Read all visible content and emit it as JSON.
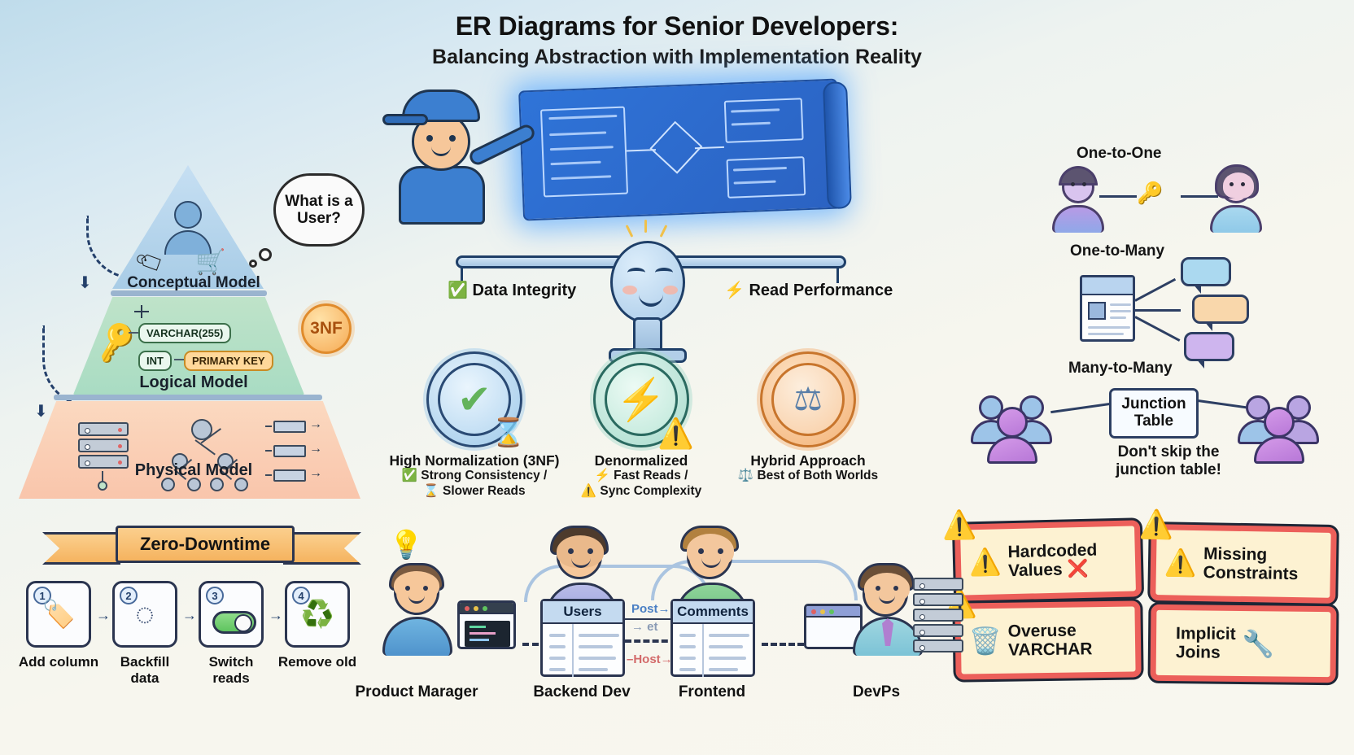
{
  "title": {
    "main": "ER Diagrams for Senior Developers:",
    "sub": "Balancing Abstraction with Implementation Reality"
  },
  "pyramid": {
    "tiers": [
      {
        "label": "Conceptual Model",
        "color": "#aecfe8"
      },
      {
        "label": "Logical Model",
        "color": "#a9dcc3"
      },
      {
        "label": "Physical Model",
        "color": "#f9c5ab"
      }
    ],
    "thought_bubble": "What is a User?",
    "chips": [
      {
        "label": "VARCHAR(255)",
        "style": "white"
      },
      {
        "label": "INT",
        "style": "white"
      },
      {
        "label": "PRIMARY KEY",
        "style": "amber"
      }
    ],
    "nf_badge": "3NF",
    "icons": {
      "user": "user-avatar-icon",
      "cart": "shopping-cart-icon",
      "tag": "tag-icon",
      "key": "key-icon",
      "server": "server-rack-icon",
      "tree": "index-tree-icon",
      "rows": "table-rows-icon"
    }
  },
  "blueprint": {
    "mascot": "developer-with-cap",
    "sheet": "er-diagram-blueprint"
  },
  "scale": {
    "left_label": "Data Integrity",
    "left_icon": "✅",
    "right_label": "Read Performance",
    "right_icon": "⚡",
    "face": "smiling-fulcrum-face"
  },
  "strategies": [
    {
      "title": "High Normalization (3NF)",
      "lines": [
        {
          "icon": "✅",
          "text": "Strong Consistency /"
        },
        {
          "icon": "⌛",
          "text": "Slower Reads"
        }
      ],
      "medal_color": "#bcdcf4",
      "medal_border": "#2a4a74",
      "glyph": "✔",
      "glyph_color": "#63b35b",
      "side_icon": "⌛"
    },
    {
      "title": "Denormalized",
      "lines": [
        {
          "icon": "⚡",
          "text": "Fast Reads /"
        },
        {
          "icon": "⚠️",
          "text": "Sync Complexity"
        }
      ],
      "medal_color": "#c3e7dc",
      "medal_border": "#2a6a60",
      "glyph": "⚡",
      "glyph_color": "#f3c53f",
      "side_icon": "⚠️"
    },
    {
      "title": "Hybrid Approach",
      "lines": [
        {
          "icon": "⚖️",
          "text": "Best of Both Worlds"
        }
      ],
      "medal_color": "#f8c99c",
      "medal_border": "#c8752c",
      "glyph": "⚖",
      "glyph_color": "#6f93b8",
      "side_icon": ""
    }
  ],
  "relationships": [
    {
      "title": "One-to-One",
      "icon": "key-icon"
    },
    {
      "title": "One-to-Many",
      "icon": "document-fanout-icon"
    },
    {
      "title": "Many-to-Many",
      "icon": "people-group-icon"
    }
  ],
  "junction": {
    "label_line1": "Junction",
    "label_line2": "Table",
    "note_line1": "Don't skip the",
    "note_line2": "junction table!"
  },
  "antipatterns": [
    {
      "line1": "Hardcoded",
      "line2": "Values ❌",
      "icon": "⚠️",
      "icon_name": "red-warning-triangle-icon"
    },
    {
      "line1": "Missing",
      "line2": "Constraints",
      "icon": "⚠️",
      "icon_name": "yellow-warning-triangle-icon"
    },
    {
      "line1": "Overuse",
      "line2": "VARCHAR",
      "icon": "🗑️",
      "icon_name": "trash-bin-icon"
    },
    {
      "line1": "Implicit",
      "line2": "Joins",
      "icon": "🔧",
      "icon_name": "wrench-icon"
    }
  ],
  "zero_downtime": {
    "banner": "Zero-Downtime",
    "steps": [
      {
        "num": "1",
        "label_line1": "Add column",
        "label_line2": "",
        "glyph": "🏷️",
        "icon_name": "tag-icon"
      },
      {
        "num": "2",
        "label_line1": "Backfill",
        "label_line2": "data",
        "glyph": "◌",
        "icon_name": "spinner-icon"
      },
      {
        "num": "3",
        "label_line1": "Switch",
        "label_line2": "reads",
        "glyph": "",
        "icon_name": "toggle-switch-icon"
      },
      {
        "num": "4",
        "label_line1": "Remove old",
        "label_line2": "",
        "glyph": "♻️",
        "icon_name": "recycle-bin-icon"
      }
    ],
    "arrow": "→"
  },
  "workflow": {
    "roles": [
      {
        "label": "Product Marager"
      },
      {
        "label": "Backend Dev"
      },
      {
        "label": "Frontend"
      },
      {
        "label": "DevPs"
      }
    ],
    "tables": [
      {
        "name": "Users"
      },
      {
        "name": "Comments"
      }
    ],
    "relation_labels": [
      {
        "text": "Post→",
        "color": "#4a7fc4"
      },
      {
        "text": "→ et",
        "color": "#8a9bb5"
      },
      {
        "text": "–Host→",
        "color": "#d36a6a"
      }
    ],
    "idea_icon": "lightbulb-icon"
  }
}
